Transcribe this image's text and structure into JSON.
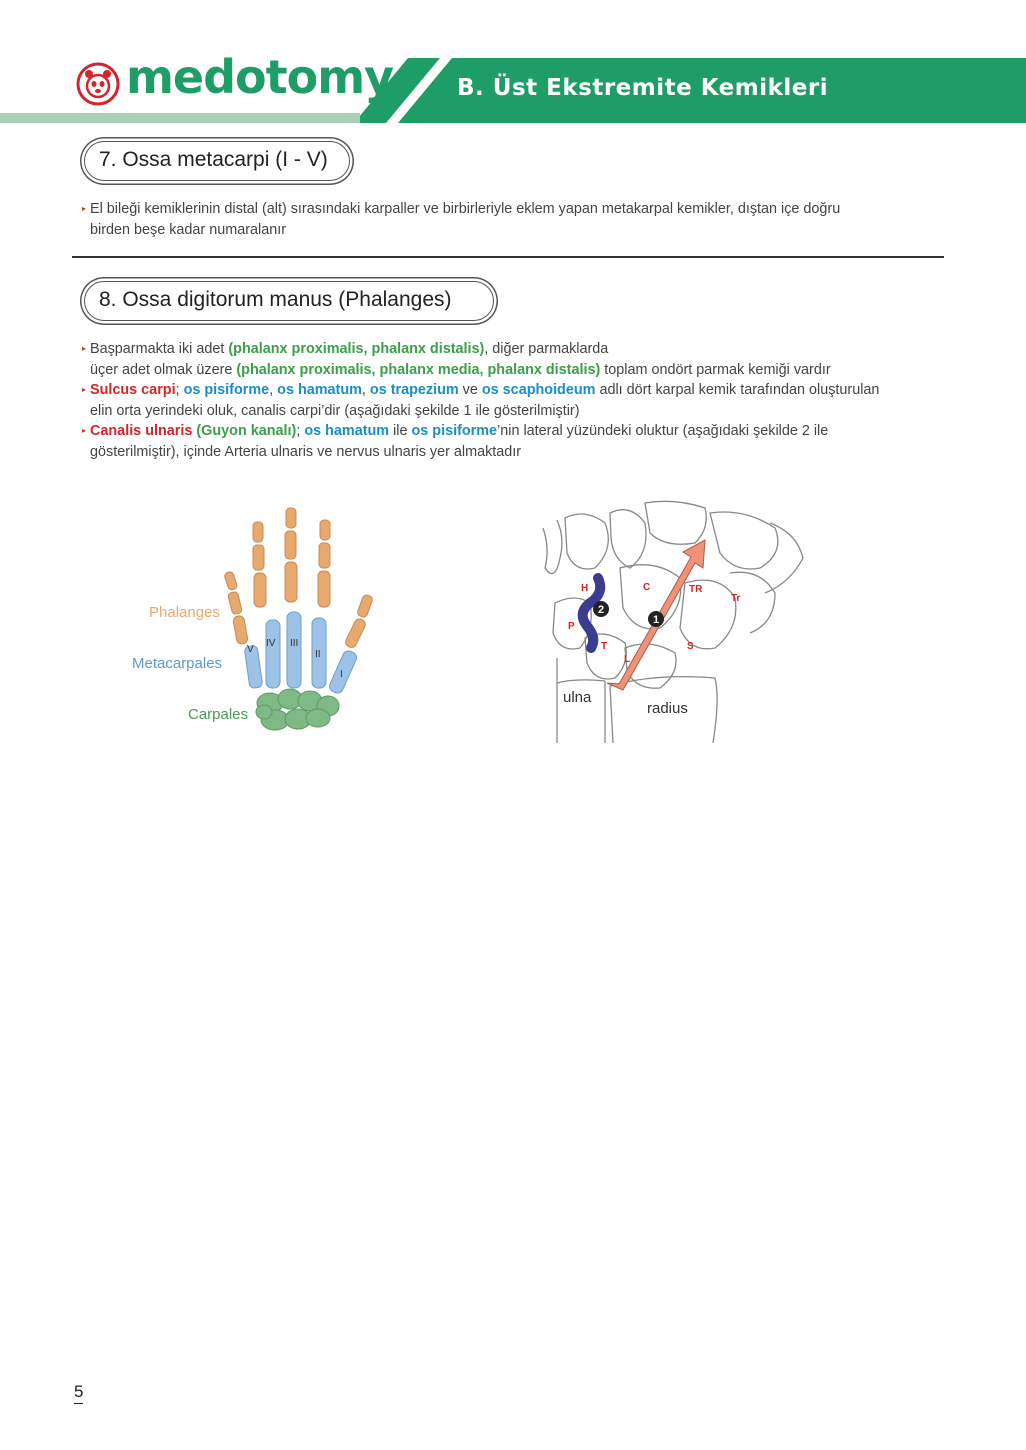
{
  "header": {
    "logo_text": "medotomy",
    "title": "B. Üst Ekstremite Kemikleri",
    "colors": {
      "green": "#1f9d67",
      "light_green": "#a9d1b8",
      "logo_red": "#d2252c"
    }
  },
  "section7": {
    "heading": "7. Ossa metacarpi (I - V)",
    "line1": "El bileği kemiklerinin distal (alt) sırasındaki karpaller ve birbirleriyle eklem yapan metakarpal kemikler, dıştan içe doğru",
    "line2": "birden beşe kadar numaralanır"
  },
  "section8": {
    "heading": "8. Ossa digitorum manus (Phalanges)",
    "b1": {
      "t1": "Başparmakta iki adet ",
      "g1": "(phalanx proximalis, phalanx distalis)",
      "t2": ", diğer parmaklarda",
      "t3": "üçer adet olmak üzere ",
      "g2": "(phalanx proximalis, phalanx media, phalanx distalis)",
      "t4": " toplam ondört parmak kemiği vardır"
    },
    "b2": {
      "r1": "Sulcus carpi",
      "t1": "; ",
      "c1": "os pisiforme",
      "t2": ", ",
      "c2": "os hamatum",
      "t3": ", ",
      "c3": "os trapezium",
      "t4": " ve ",
      "c4": "os scaphoideum",
      "t5": " adlı dört karpal kemik tarafından oluşturulan",
      "t6": "elin orta yerindeki oluk, canalis carpi’dir (aşağıdaki şekilde 1 ile gösterilmiştir)"
    },
    "b3": {
      "r1": "Canalis ulnaris",
      "t1": " ",
      "g1": "(Guyon kanalı)",
      "t2": "; ",
      "c1": "os hamatum",
      "t3": " ile ",
      "c2": "os pisiforme",
      "t4": "’nin lateral yüzündeki oluktur (aşağıdaki şekilde 2 ile",
      "t5": "gösterilmiştir), içinde Arteria ulnaris ve nervus ulnaris yer almaktadır"
    }
  },
  "figure_hand": {
    "labels": {
      "phalanges": "Phalanges",
      "metacarpales": "Metacarpales",
      "carpales": "Carpales"
    },
    "numerals": [
      "V",
      "IV",
      "III",
      "II",
      "I"
    ],
    "colors": {
      "phalanges": "#e8a96f",
      "metacarpales": "#9cc3e6",
      "carpales": "#7fb985"
    }
  },
  "figure_wrist": {
    "bone_labels": [
      "H",
      "C",
      "TR",
      "Tr",
      "P",
      "T",
      "L",
      "S"
    ],
    "markers": [
      "1",
      "2"
    ],
    "ulna": "ulna",
    "radius": "radius",
    "colors": {
      "arrow": "#f0927a",
      "snake": "#3a3d8f",
      "label": "#d2252c"
    }
  },
  "page_number": "5"
}
